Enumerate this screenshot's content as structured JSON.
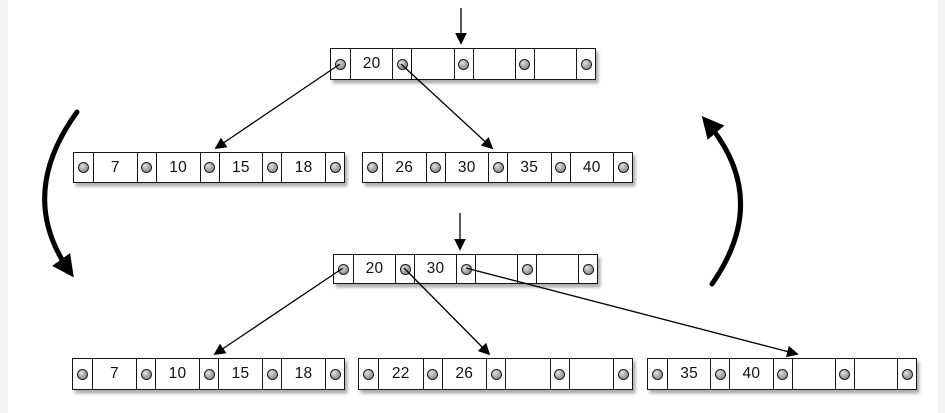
{
  "colors": {
    "background": "#ffffff",
    "edge_strip": "#f4f4f4",
    "node_fill": "#ffffff",
    "node_border": "#161616",
    "dot_outline": "#1c1c1c",
    "key_text": "#111111",
    "arrow": "#000000"
  },
  "before": {
    "root_keys": [
      "20",
      "",
      "",
      ""
    ],
    "child0_keys": [
      "7",
      "10",
      "15",
      "18"
    ],
    "child1_keys": [
      "26",
      "30",
      "35",
      "40"
    ]
  },
  "after": {
    "root_keys": [
      "20",
      "30",
      "",
      ""
    ],
    "child0_keys": [
      "7",
      "10",
      "15",
      "18"
    ],
    "child1_keys": [
      "22",
      "26",
      "",
      ""
    ],
    "child2_keys": [
      "35",
      "40",
      "",
      ""
    ]
  }
}
